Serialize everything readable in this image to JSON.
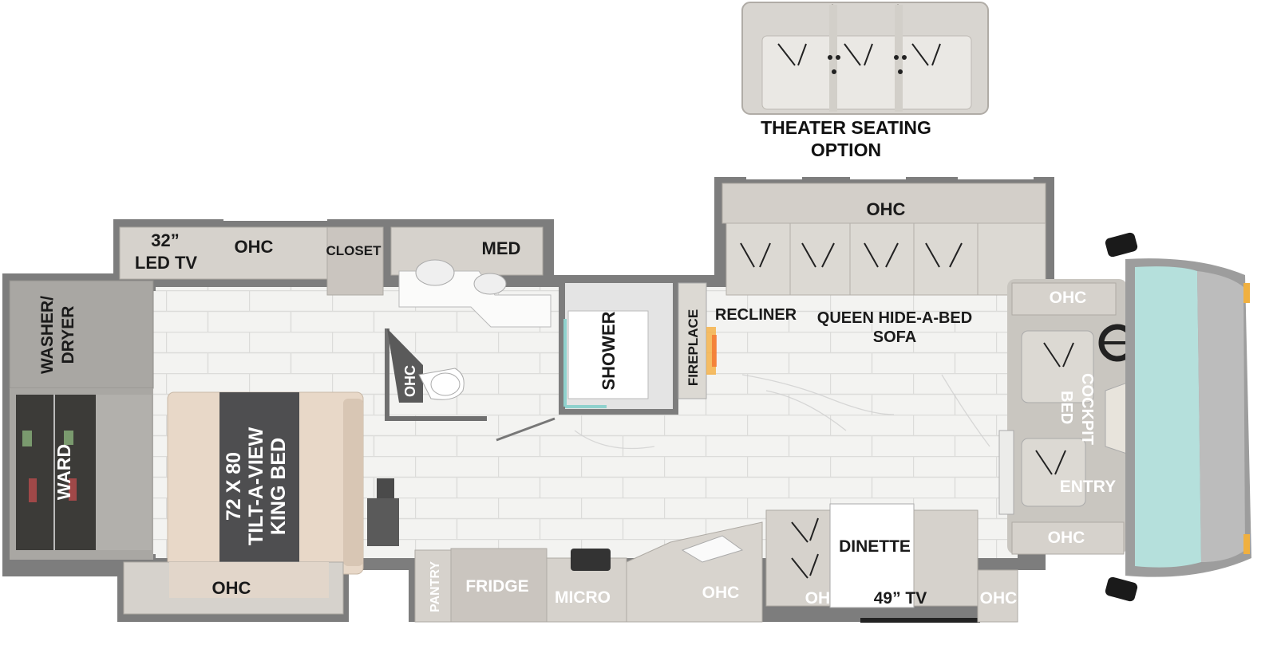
{
  "theater": {
    "line1": "THEATER SEATING",
    "line2": "OPTION"
  },
  "labels": {
    "tv32_line1": "32”",
    "tv32_line2": "LED TV",
    "ohc_bedroom_top": "OHC",
    "closet": "CLOSET",
    "med": "MED",
    "ohc_living_top": "OHC",
    "washer_line1": "WASHER/",
    "washer_line2": "DRYER",
    "ward": "WARD",
    "bed_line1": "72 X 80",
    "bed_line2": "TILT-A-VIEW",
    "bed_line3": "KING BED",
    "ohc_bath": "OHC",
    "shower": "SHOWER",
    "fireplace": "FIREPLACE",
    "recliner": "RECLINER",
    "sofa_line1": "QUEEN HIDE-A-BED",
    "sofa_line2": "SOFA",
    "ohc_cockpit_top": "OHC",
    "cockpit_line1": "COCKPIT",
    "cockpit_line2": "BED",
    "entry": "ENTRY",
    "ohc_cockpit_bottom": "OHC",
    "dinette": "DINETTE",
    "ohc_bedroom_bottom": "OHC",
    "pantry": "PANTRY",
    "fridge": "FRIDGE",
    "micro": "MICRO",
    "ohc_kitchen": "OHC",
    "ohc_dinette": "OHC",
    "tv49": "49” TV",
    "ohc_front_bottom": "OHC"
  },
  "colors": {
    "wall": "#7d7d7d",
    "floor": "#f2f2f0",
    "cabinet": "#d6d2cc",
    "sofa": "#dcd9d3",
    "bed_cover": "#4e4e50",
    "bed_base": "#e4d4c4",
    "windshield": "#b5e0dc"
  }
}
